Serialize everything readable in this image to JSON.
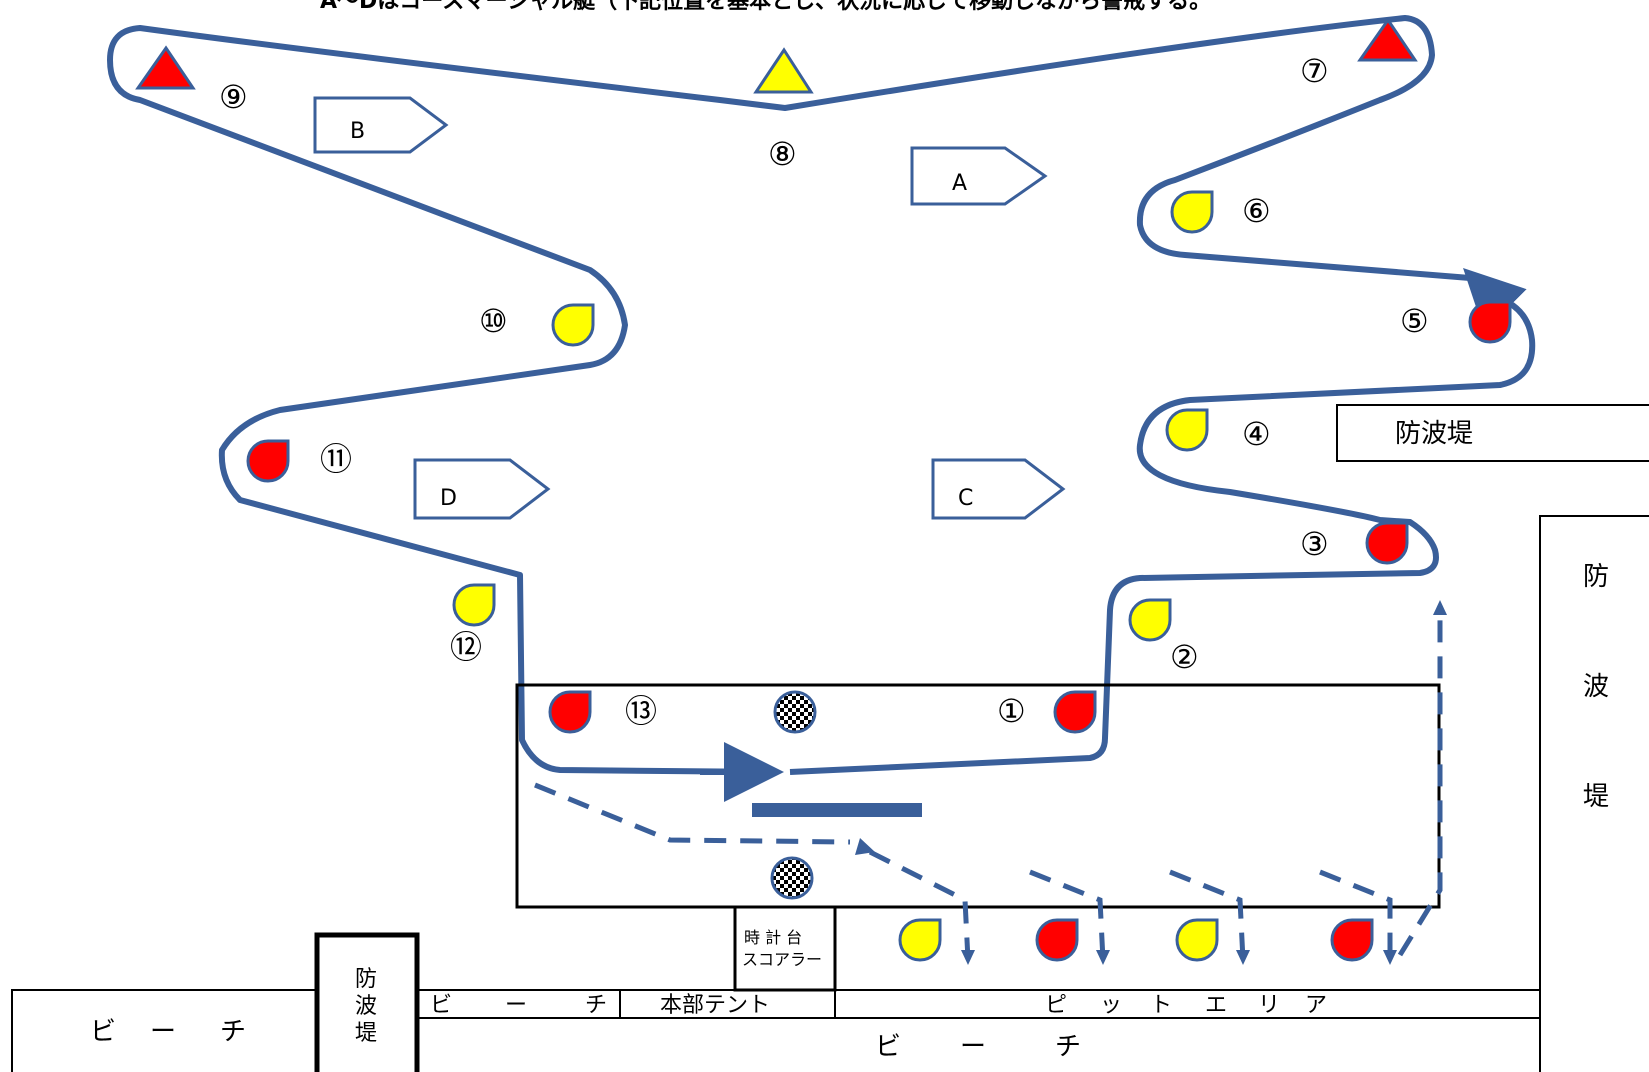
{
  "title": "A〜Dはコースマーシャル艇（下記位置を基本とし、状況に応じて移動しながら警戒する。",
  "colors": {
    "course": "#3a5f9a",
    "red_mark": "#ff0000",
    "yellow_mark": "#ffff00",
    "outline": "#3a5f9a"
  },
  "buoys": [
    {
      "id": "1",
      "label": "①",
      "color": "red",
      "shape": "drop"
    },
    {
      "id": "2",
      "label": "②",
      "color": "yellow",
      "shape": "drop"
    },
    {
      "id": "3",
      "label": "③",
      "color": "red",
      "shape": "drop"
    },
    {
      "id": "4",
      "label": "④",
      "color": "yellow",
      "shape": "drop"
    },
    {
      "id": "5",
      "label": "⑤",
      "color": "red",
      "shape": "drop"
    },
    {
      "id": "6",
      "label": "⑥",
      "color": "yellow",
      "shape": "drop"
    },
    {
      "id": "7",
      "label": "⑦",
      "color": "red",
      "shape": "triangle"
    },
    {
      "id": "8",
      "label": "⑧",
      "color": "yellow",
      "shape": "triangle"
    },
    {
      "id": "9",
      "label": "⑨",
      "color": "red",
      "shape": "triangle"
    },
    {
      "id": "10",
      "label": "⑩",
      "color": "yellow",
      "shape": "drop"
    },
    {
      "id": "11",
      "label": "⑪",
      "color": "red",
      "shape": "drop"
    },
    {
      "id": "12",
      "label": "⑫",
      "color": "yellow",
      "shape": "drop"
    },
    {
      "id": "13",
      "label": "⑬",
      "color": "red",
      "shape": "drop"
    }
  ],
  "boats": [
    "A",
    "B",
    "C",
    "D"
  ],
  "labels": {
    "breakwater_right_top": "防波堤",
    "breakwater_right_vertical": [
      "防",
      "波",
      "堤"
    ],
    "breakwater_left_vertical": [
      "防",
      "波",
      "堤"
    ],
    "beach_left": [
      "ビ",
      "ー",
      "チ"
    ],
    "beach_row_left": [
      "ビ",
      "ー",
      "チ"
    ],
    "hq_tent": "本部テント",
    "pit_area": [
      "ピ",
      "ッ",
      "ト",
      "エ",
      "リ",
      "ア"
    ],
    "beach_bottom": [
      "ビ",
      "ー",
      "チ"
    ],
    "timekeeper_line1": "時 計 台",
    "timekeeper_line2": "スコアラー"
  }
}
